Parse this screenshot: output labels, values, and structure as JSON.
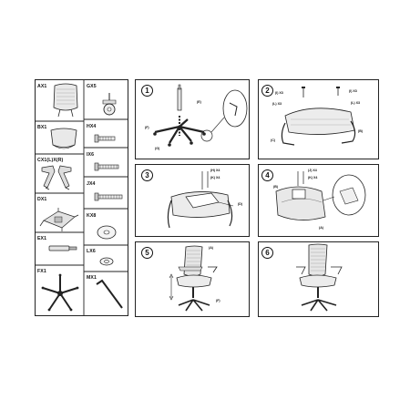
{
  "parts": [
    {
      "code": "AX1",
      "name": "backrest"
    },
    {
      "code": "BX1",
      "name": "seat"
    },
    {
      "code": "CX1(L)X(R)",
      "name": "armrests"
    },
    {
      "code": "DX1",
      "name": "mechanism"
    },
    {
      "code": "EX1",
      "name": "gas lift"
    },
    {
      "code": "FX1",
      "name": "base"
    },
    {
      "code": "GX5",
      "name": "caster"
    },
    {
      "code": "HX4",
      "name": "bolt"
    },
    {
      "code": "IX6",
      "name": "bolt"
    },
    {
      "code": "JX4",
      "name": "bolt"
    },
    {
      "code": "KX8",
      "name": "washer"
    },
    {
      "code": "LX6",
      "name": "washer"
    },
    {
      "code": "MX1",
      "name": "allen key"
    }
  ],
  "steps": [
    {
      "number": "1",
      "labels": [
        "(E)",
        "(F)",
        "(G)"
      ]
    },
    {
      "number": "2",
      "labels": [
        "(I) X3",
        "(I) X3",
        "(L) X3",
        "(L) X3",
        "(C)",
        "(B)"
      ]
    },
    {
      "number": "3",
      "labels": [
        "(H) X4",
        "(K) X4",
        "(D)"
      ]
    },
    {
      "number": "4",
      "labels": [
        "(J) X4",
        "(K) X4",
        "(B)",
        "(A)"
      ]
    },
    {
      "number": "5",
      "labels": [
        "(A)",
        "(F)"
      ]
    },
    {
      "number": "6",
      "labels": []
    }
  ],
  "colors": {
    "line": "#222222",
    "background": "#ffffff",
    "fill": "#f2f2f2",
    "mesh": "#888888"
  }
}
